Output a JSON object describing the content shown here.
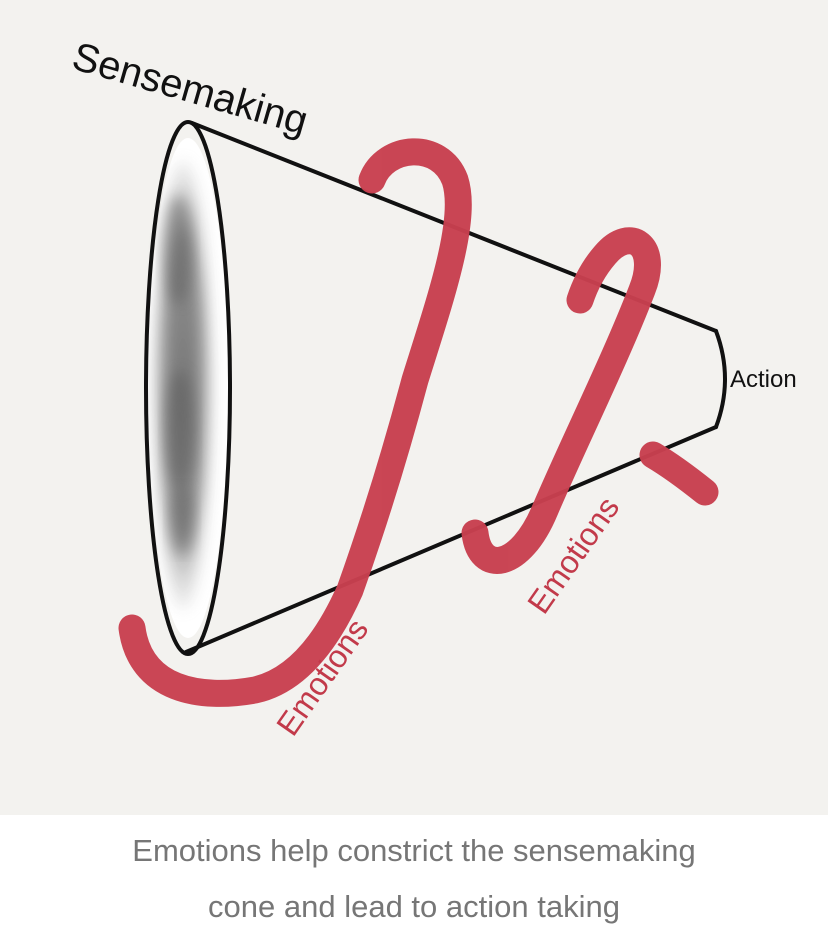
{
  "diagram": {
    "labels": {
      "sensemaking": "Sensemaking",
      "action": "Action",
      "emotions_primary": "Emotions",
      "emotions_secondary": "Emotions"
    },
    "colors": {
      "background": "#f3f2ef",
      "outline": "#111111",
      "emotion_stroke": "#c8404f",
      "emotion_text": "#c23a4a",
      "opening_shadow": "#7a7a7a"
    }
  },
  "caption": {
    "line1": "Emotions help constrict the sensemaking",
    "line2": "cone and lead to action taking",
    "color": "#767676"
  }
}
